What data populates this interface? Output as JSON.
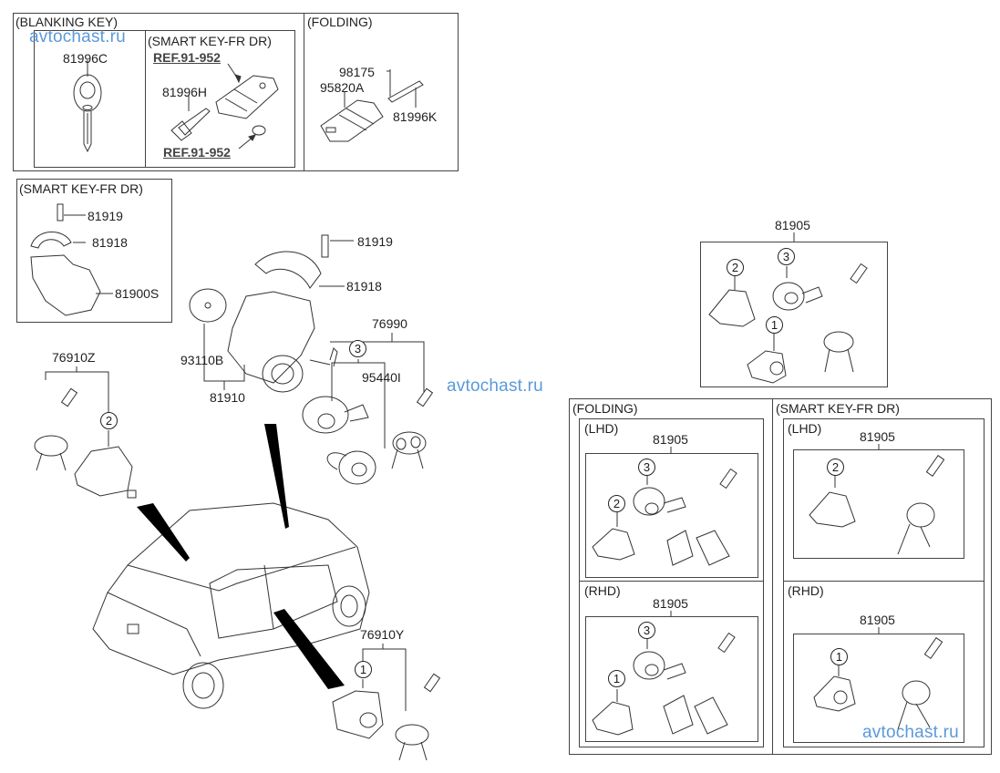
{
  "diagram": {
    "top_panel": {
      "blanking_key": {
        "title": "(BLANKING KEY)",
        "standard": {
          "part": "81996C"
        },
        "smart_key_fr_dr": {
          "title": "(SMART KEY-FR DR)",
          "ref_top": "REF.91-952",
          "part": "81996H",
          "ref_bottom": "REF.91-952"
        }
      },
      "folding": {
        "title": "(FOLDING)",
        "parts": [
          "98175",
          "95820A",
          "81996K"
        ]
      }
    },
    "smart_key_inset": {
      "title": "(SMART KEY-FR DR)",
      "parts": [
        "81919",
        "81918",
        "81900S"
      ]
    },
    "ignition_assembly": {
      "parts": [
        "81919",
        "81918",
        "93110B",
        "81910"
      ]
    },
    "lock_set_76990": {
      "part": "76990",
      "callout": "3",
      "sub_part": "95440I"
    },
    "door_lock_76910Z": {
      "part": "76910Z",
      "callout": "2"
    },
    "door_lock_76910Y": {
      "part": "76910Y",
      "callout": "1"
    },
    "kit_81905_main": {
      "part": "81905",
      "callouts": [
        "2",
        "3",
        "1"
      ]
    },
    "folding_panel": {
      "title": "(FOLDING)",
      "lhd": {
        "title": "(LHD)",
        "part": "81905",
        "callouts": [
          "3",
          "2"
        ]
      },
      "rhd": {
        "title": "(RHD)",
        "part": "81905",
        "callouts": [
          "3",
          "1"
        ]
      }
    },
    "smart_key_panel": {
      "title": "(SMART KEY-FR DR)",
      "lhd": {
        "title": "(LHD)",
        "part": "81905",
        "callouts": [
          "2"
        ]
      },
      "rhd": {
        "title": "(RHD)",
        "part": "81905",
        "callouts": [
          "1"
        ]
      }
    }
  },
  "watermarks": [
    "avtochast.ru",
    "avtochast.ru",
    "avtochast.ru"
  ],
  "colors": {
    "line": "#444444",
    "watermark": "#4a8fd6"
  }
}
